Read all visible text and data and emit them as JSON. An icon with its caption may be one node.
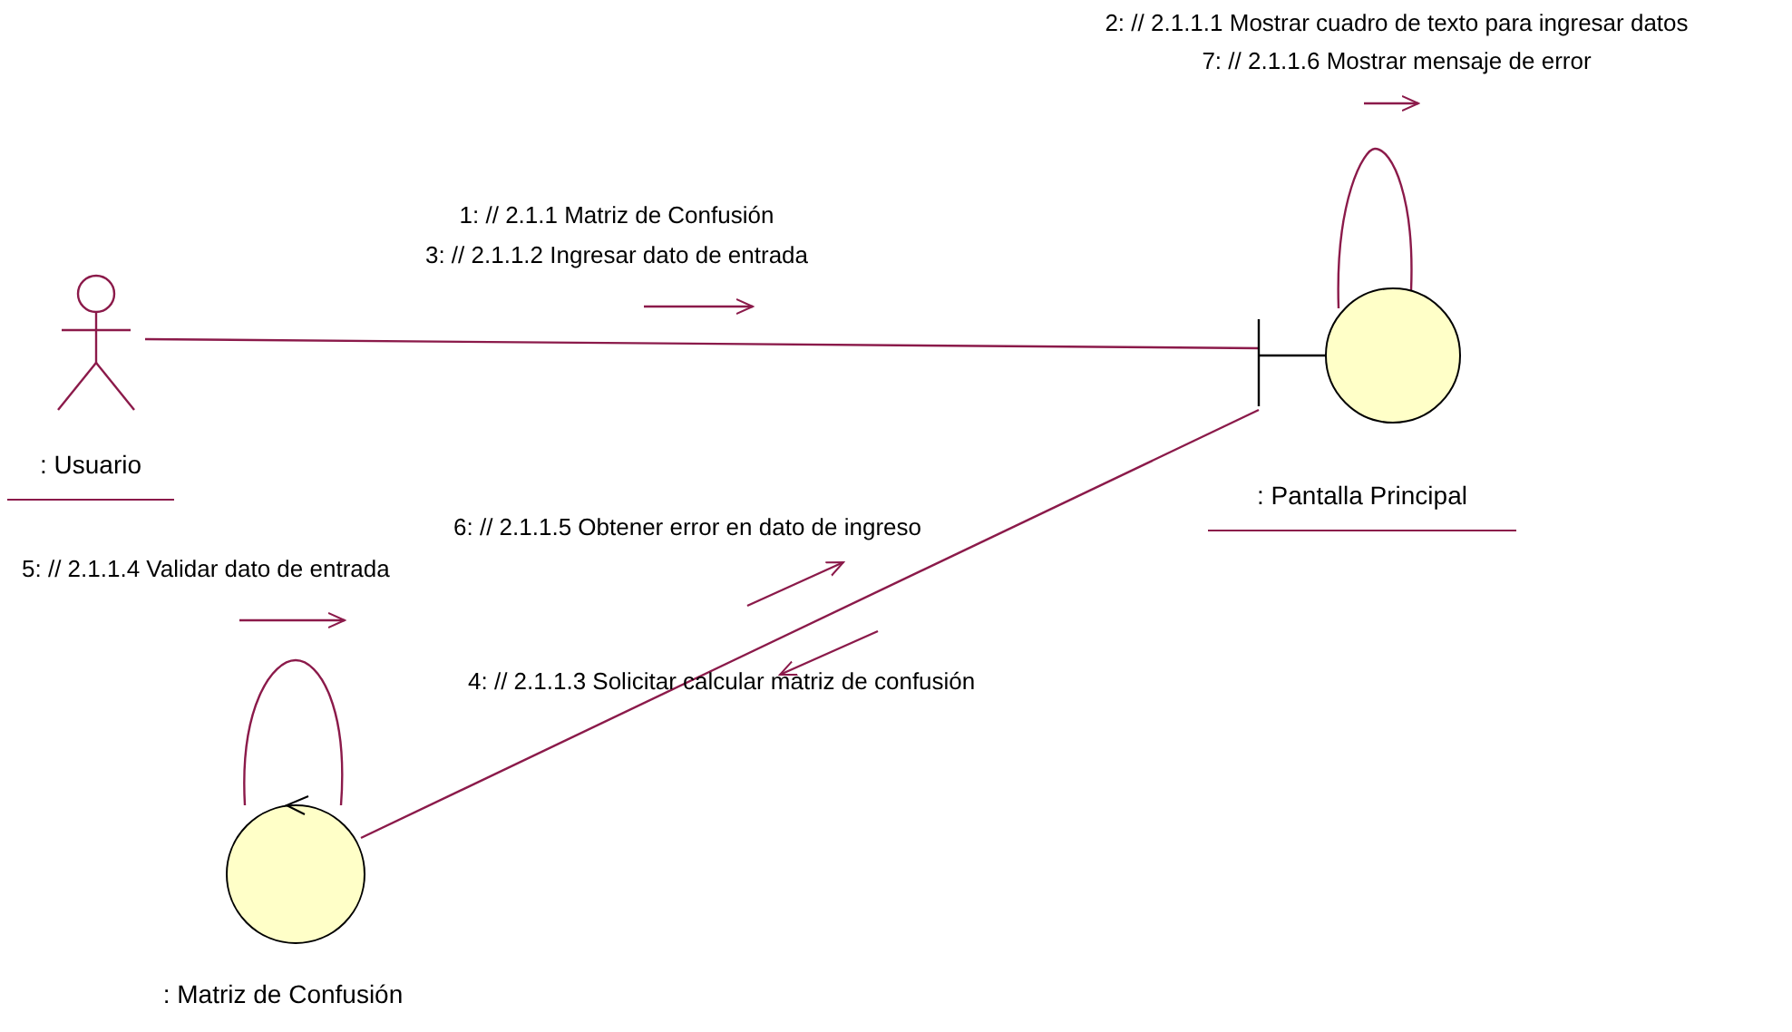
{
  "diagram": {
    "nodes": [
      {
        "text": [],
        "shape": "person",
        "beside": [
          ": Usuario"
        ]
      },
      {
        "text": [],
        "shape": "circle",
        "beside": [
          ": Pantalla Principal"
        ]
      },
      {
        "text": [],
        "shape": "circle",
        "beside": [
          ": Matriz de Confusión"
        ]
      }
    ],
    "edges": [
      {
        "from": 0,
        "to": 1,
        "arrow": "none"
      },
      {
        "from": 1,
        "to": 1,
        "arrow": "none"
      },
      {
        "from": 1,
        "to": 2,
        "arrow": "none"
      },
      {
        "from": 2,
        "to": 2,
        "arrow": "none"
      }
    ],
    "labels": [
      "2: // 2.1.1.1 Mostrar cuadro de texto para ingresar datos",
      "7: // 2.1.1.6 Mostrar mensaje de error",
      "1: // 2.1.1 Matriz de Confusión",
      "3: // 2.1.1.2 Ingresar dato de entrada",
      "6: // 2.1.1.5 Obtener error en dato de ingreso",
      "5: // 2.1.1.4 Validar dato de entrada",
      "4: // 2.1.1.3 Solicitar calcular matriz de confusión"
    ]
  }
}
